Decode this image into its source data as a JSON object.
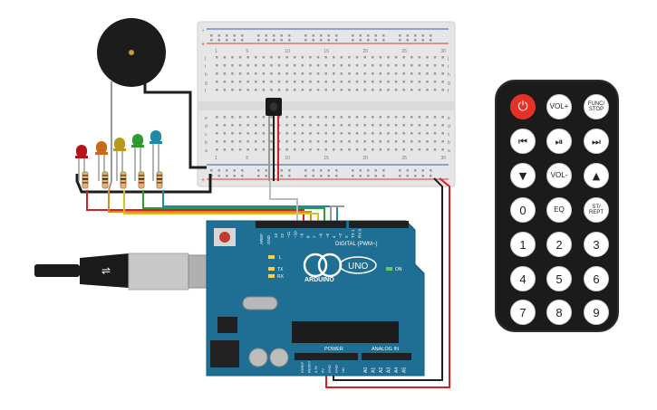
{
  "breadboard": {
    "column_numbers": [
      "1",
      "5",
      "10",
      "15",
      "20",
      "25",
      "30"
    ],
    "row_letters_top": [
      "j",
      "i",
      "h",
      "g",
      "f"
    ],
    "row_letters_bottom": [
      "e",
      "d",
      "c",
      "b",
      "a"
    ],
    "rail_minus": "-",
    "rail_plus": "+"
  },
  "arduino": {
    "logo_text": "ARDUINO",
    "model_text": "UNO",
    "digital_label": "DIGITAL (PWM~)",
    "power_label": "POWER",
    "analog_label": "ANALOG IN",
    "on_label": "ON",
    "led_l": "L",
    "led_tx": "TX",
    "led_rx": "RX",
    "aref_label": "AREF",
    "gnd_label": "GND",
    "digital_pins": [
      "13",
      "12",
      "~11",
      "~10",
      "~9",
      "8",
      "7",
      "~6",
      "~5",
      "4",
      "~3",
      "2",
      "TX 1",
      "RX 0"
    ],
    "power_pins": [
      "IOREF",
      "RESET",
      "3.3V",
      "5V",
      "GND",
      "GND",
      "Vin"
    ],
    "analog_pins": [
      "A0",
      "A1",
      "A2",
      "A3",
      "A4",
      "A5"
    ]
  },
  "remote": {
    "buttons": [
      {
        "name": "power-button",
        "label": "",
        "style": "power",
        "icon": "power-icon"
      },
      {
        "name": "vol-up-button",
        "label": "VOL+",
        "style": "lbl"
      },
      {
        "name": "func-stop-button",
        "label": "FUNC/ STOP",
        "style": "small"
      },
      {
        "name": "previous-button",
        "label": "⏮",
        "style": "num",
        "icon": "skip-back-icon"
      },
      {
        "name": "play-pause-button",
        "label": "⏯",
        "style": "num",
        "icon": "play-pause-icon"
      },
      {
        "name": "next-button",
        "label": "⏭",
        "style": "num",
        "icon": "skip-forward-icon"
      },
      {
        "name": "down-button",
        "label": "▼",
        "style": "num",
        "icon": "down-triangle-icon"
      },
      {
        "name": "vol-down-button",
        "label": "VOL-",
        "style": "lbl"
      },
      {
        "name": "up-button",
        "label": "▲",
        "style": "num",
        "icon": "up-triangle-icon"
      },
      {
        "name": "zero-button",
        "label": "0",
        "style": "num"
      },
      {
        "name": "eq-button",
        "label": "EQ",
        "style": "lbl"
      },
      {
        "name": "st-rept-button",
        "label": "ST/ REPT",
        "style": "small"
      },
      {
        "name": "one-button",
        "label": "1",
        "style": "num"
      },
      {
        "name": "two-button",
        "label": "2",
        "style": "num"
      },
      {
        "name": "three-button",
        "label": "3",
        "style": "num"
      },
      {
        "name": "four-button",
        "label": "4",
        "style": "num"
      },
      {
        "name": "five-button",
        "label": "5",
        "style": "num"
      },
      {
        "name": "six-button",
        "label": "6",
        "style": "num"
      },
      {
        "name": "seven-button",
        "label": "7",
        "style": "num"
      },
      {
        "name": "eight-button",
        "label": "8",
        "style": "num"
      },
      {
        "name": "nine-button",
        "label": "9",
        "style": "num"
      }
    ]
  },
  "leds": [
    {
      "name": "led-red",
      "color": "#b3141b"
    },
    {
      "name": "led-orange",
      "color": "#c76a1a"
    },
    {
      "name": "led-yellow",
      "color": "#b79a1c"
    },
    {
      "name": "led-green",
      "color": "#2e9b2e"
    },
    {
      "name": "led-blue",
      "color": "#1f8aa6"
    }
  ],
  "colors": {
    "board_teal": "#1f6e93",
    "wire_red": "#d42020",
    "wire_black": "#1e1e1e",
    "rail_red": "#d13a2b",
    "rail_blue": "#2a62b3"
  }
}
